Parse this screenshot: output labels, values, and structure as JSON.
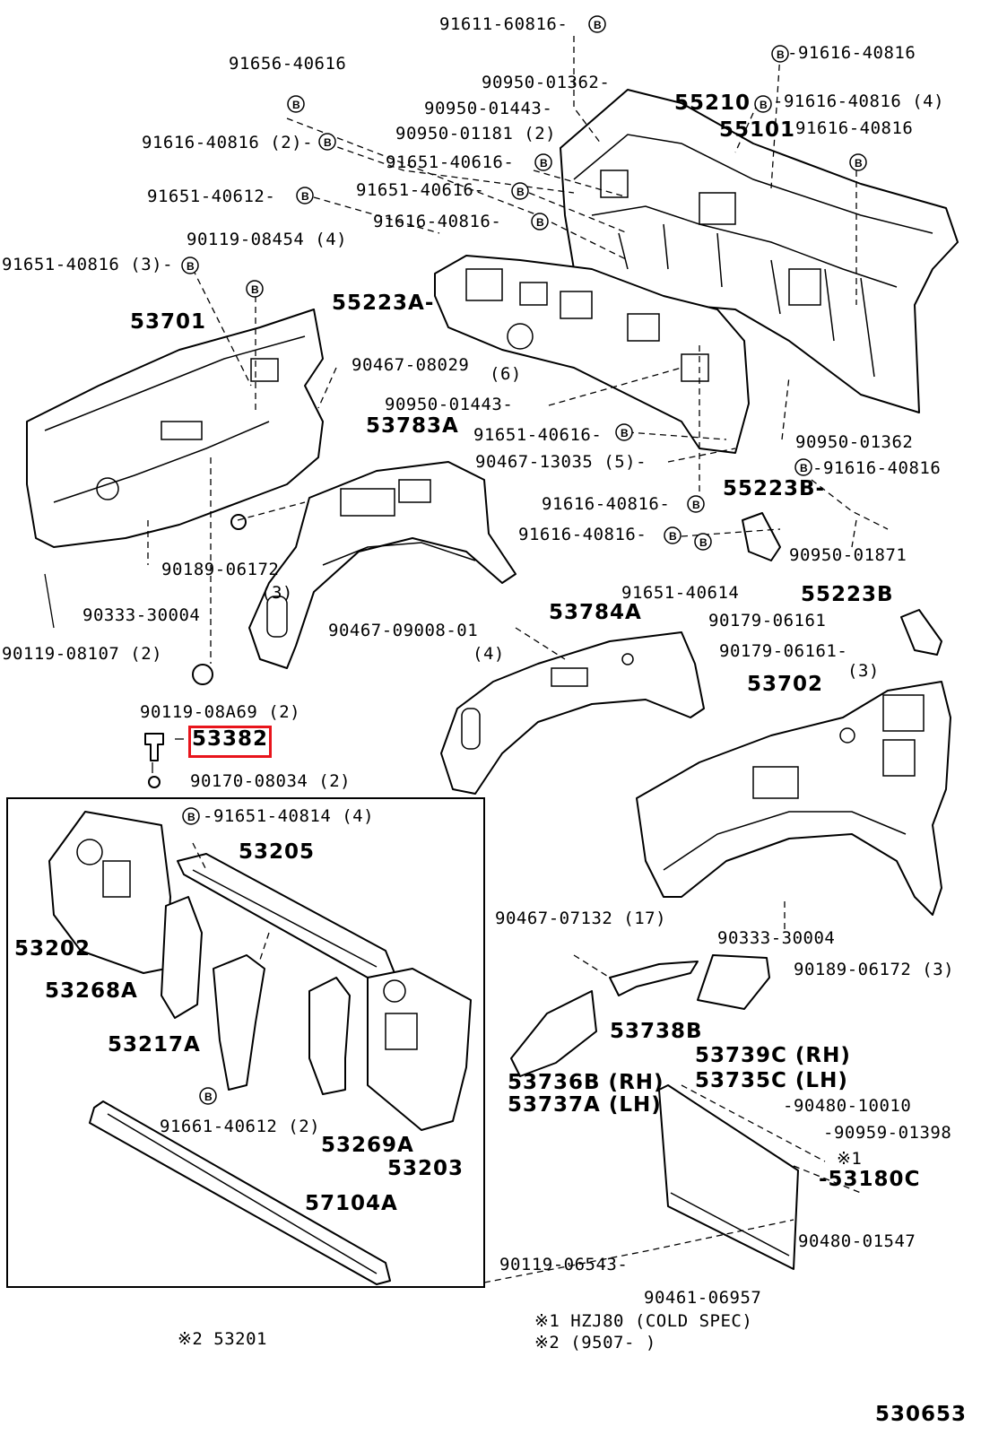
{
  "highlighted_part": "53382",
  "bolt_marker": "B",
  "diagram_id": "530653",
  "labels": {
    "l01": "91611-60816-",
    "l02": "91656-40616",
    "l03": "-91616-40816",
    "l04": "90950-01362-",
    "l05": "90950-01443-",
    "l06": "55210",
    "l07": "-91616-40816 (4)",
    "l08": "90950-01181 (2)",
    "l09": "55101",
    "l10": "91616-40816",
    "l11": "91616-40816 (2)-",
    "l12": "91651-40616-",
    "l13": "91651-40612-",
    "l14": "91651-40616-",
    "l15": "91616-40816-",
    "l16": "90119-08454 (4)",
    "l17": "91651-40816 (3)-",
    "l18": "55223A-",
    "l19": "53701",
    "l20": "90467-08029",
    "l21": "(6)",
    "l22": "90950-01443-",
    "l23": "53783A",
    "l24": "91651-40616-",
    "l25": "90950-01362",
    "l26": "90467-13035 (5)-",
    "l27": "-91616-40816",
    "l28": "91616-40816-",
    "l29": "55223B-",
    "l30": "91616-40816-",
    "l31": "90189-06172",
    "l32": "(3)",
    "l33": "90950-01871",
    "l34": "91651-40614",
    "l35": "55223B",
    "l36": "90333-30004",
    "l37": "53784A",
    "l38": "90179-06161",
    "l39": "90467-09008-01",
    "l40": "(4)",
    "l41": "90179-06161-",
    "l42": "(3)",
    "l43": "90119-08107 (2)",
    "l44": "53702",
    "l45": "90119-08A69 (2)",
    "l47": "90170-08034 (2)",
    "l48": "-91651-40814 (4)",
    "l49": "53205",
    "l50": "53202",
    "l51": "53268A",
    "l52": "90467-07132 (17)",
    "l53": "90333-30004",
    "l54": "90189-06172 (3)",
    "l55": "53217A",
    "l56": "53738B",
    "l57": "53739C (RH)",
    "l58": "53735C (LH)",
    "l59": "53736B (RH)",
    "l60": "53737A (LH)",
    "l61": "-90480-10010",
    "l62": "-90959-01398",
    "l63": "※1",
    "l64": "-53180C",
    "l65": "91661-40612 (2)",
    "l66": "53269A",
    "l67": "53203",
    "l68": "57104A",
    "l69": "90480-01547",
    "l70": "90119-06543-",
    "l71": "90461-06957",
    "l72": "※1 HZJ80 (COLD SPEC)",
    "l73": "※2 (9507-        )",
    "l74": "※2 53201"
  }
}
